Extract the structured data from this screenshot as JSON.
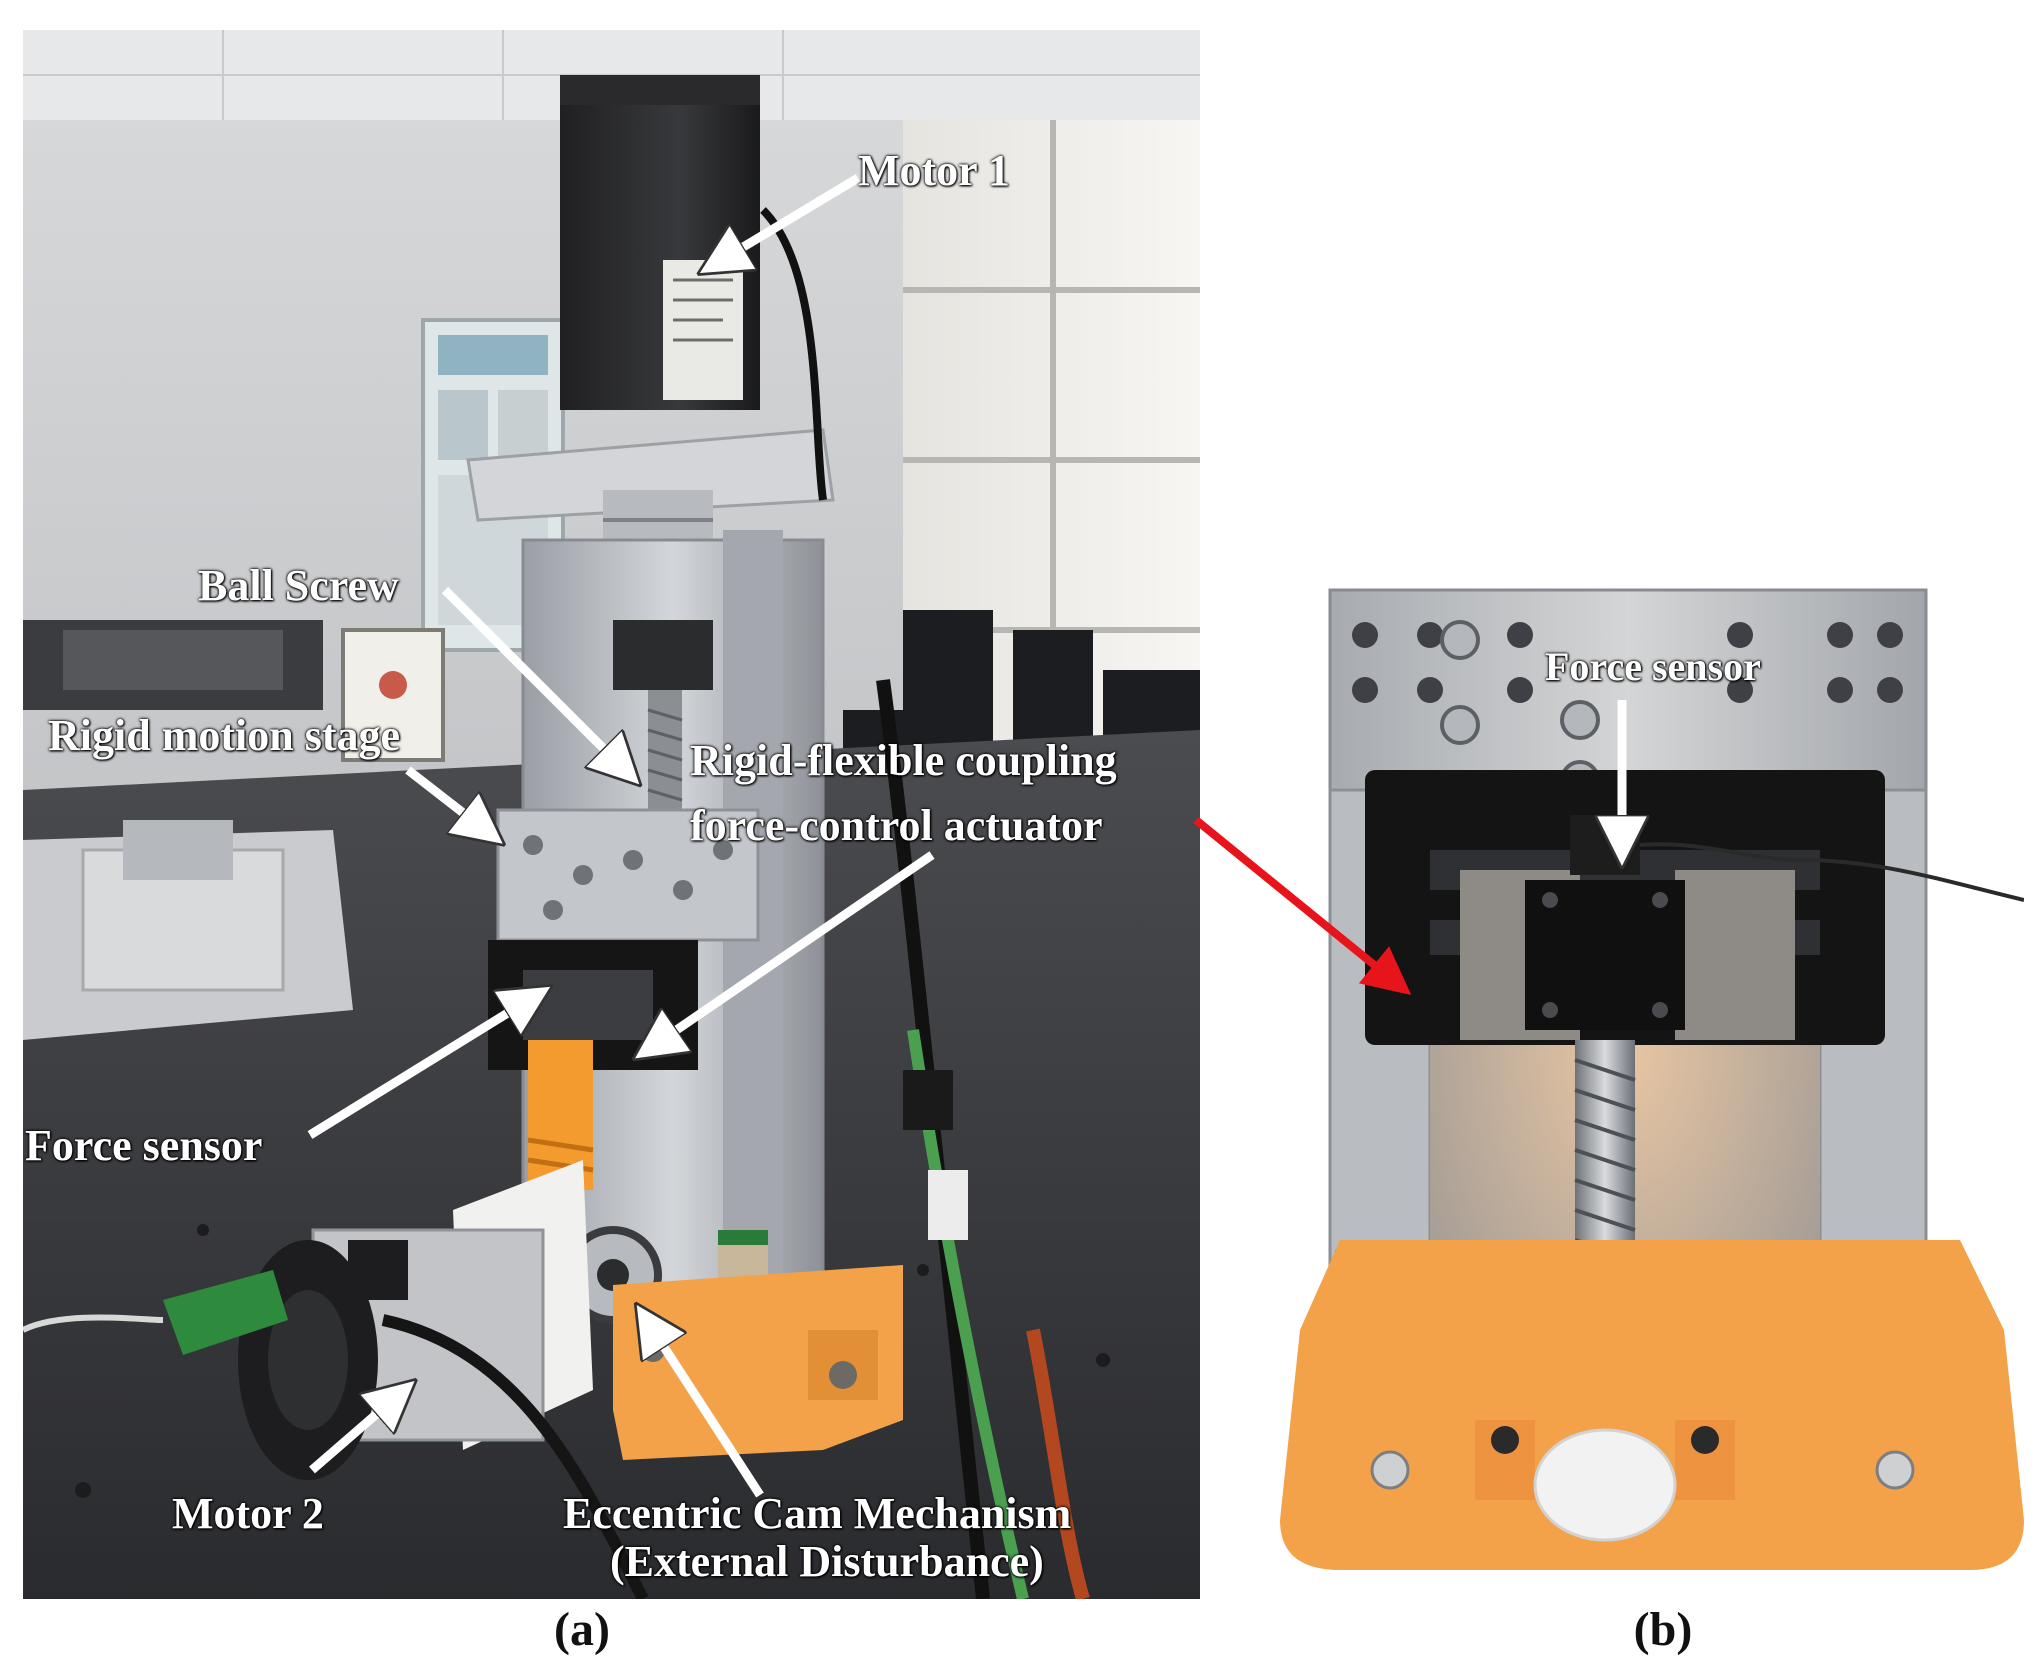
{
  "panels": {
    "a": {
      "label": "(a)"
    },
    "b": {
      "label": "(b)"
    }
  },
  "callouts": {
    "motor_1": "Motor 1",
    "ball_screw": "Ball Screw",
    "rigid_motion_stage": "Rigid motion stage",
    "coupling_actuator_line1": "Rigid-flexible coupling",
    "coupling_actuator_line2": "force-control actuator",
    "force_sensor_a": "Force sensor",
    "motor_2": "Motor 2",
    "cam_line1": "Eccentric Cam Mechanism",
    "cam_line2": "(External Disturbance)",
    "force_sensor_b": "Force sensor"
  },
  "colors": {
    "callout_text": "#ffffff",
    "pointer_arrow": "#ffffff",
    "link_arrow": "#e8141c",
    "printed_base": "#f4a24a",
    "black_frame": "#151515",
    "aluminium": "#b8bcc2"
  }
}
